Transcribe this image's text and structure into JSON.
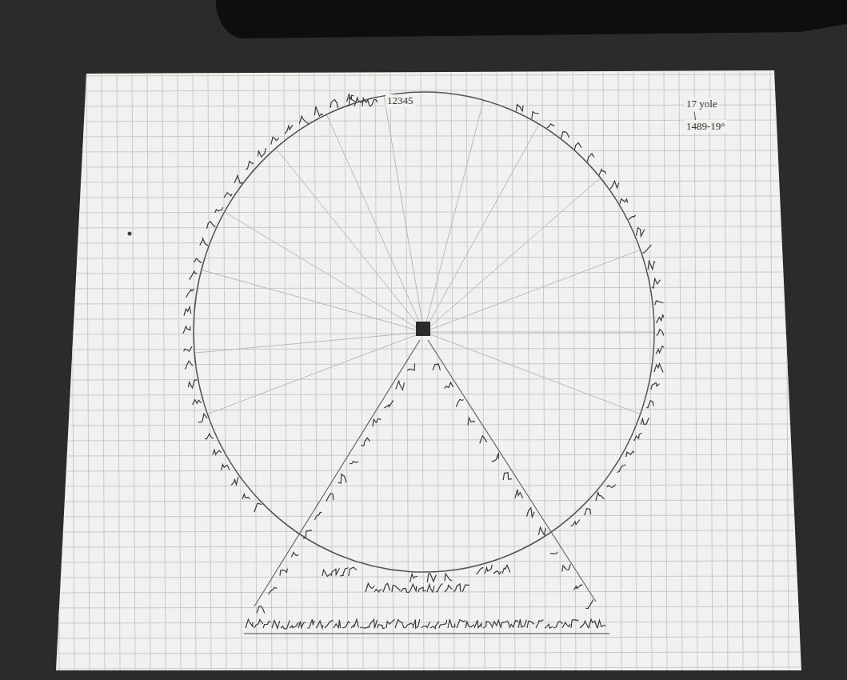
{
  "diagram": {
    "labels": [
      "12345",
      "17 yole",
      "1489-19°"
    ]
  }
}
